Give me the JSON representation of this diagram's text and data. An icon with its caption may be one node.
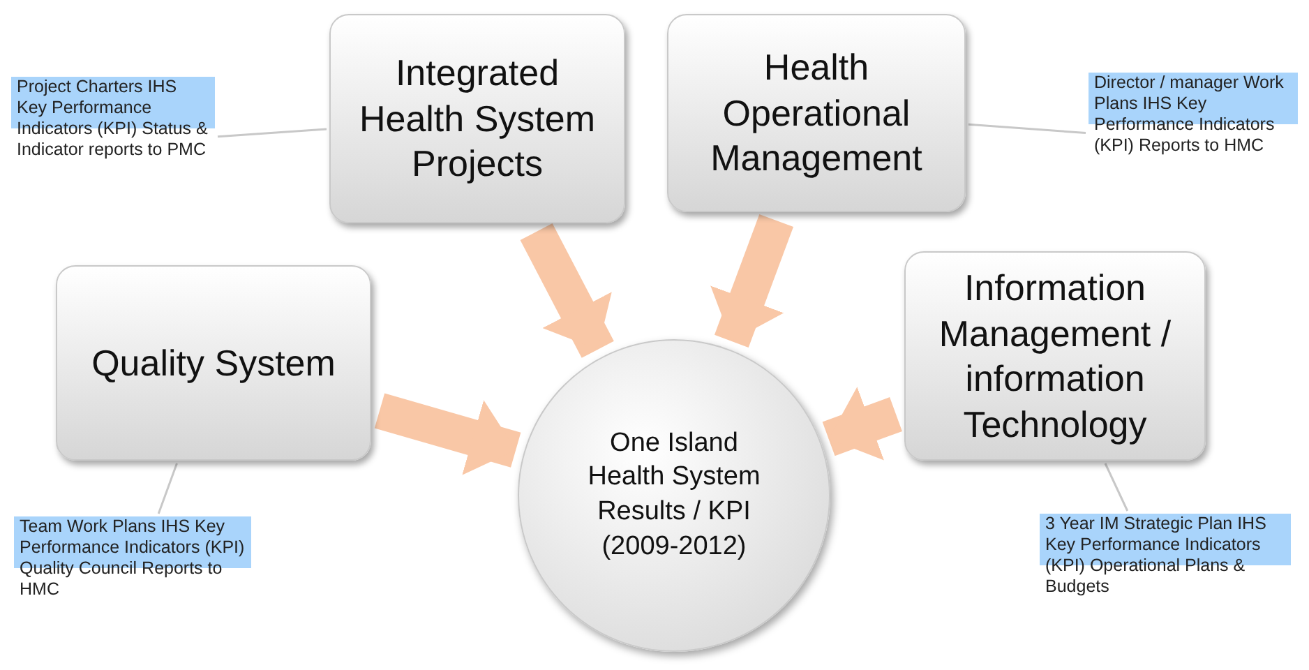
{
  "diagram": {
    "nodes": [
      {
        "text": [
          "Integrated Health System Projects"
        ]
      },
      {
        "text": [
          "Health Operational Management"
        ]
      },
      {
        "text": [
          "Quality System"
        ]
      },
      {
        "text": [
          "Information Management / information Technology"
        ]
      },
      {
        "text": [
          "One Island Health System Results / KPI (2009-2012)"
        ]
      },
      {
        "text": [
          "Project Charters IHS Key Performance Indicators (KPI) Status & Indicator reports to PMC"
        ]
      },
      {
        "text": [
          "Director / manager Work Plans IHS Key Performance Indicators (KPI) Reports to HMC"
        ]
      },
      {
        "text": [
          "Team Work Plans IHS Key Performance Indicators (KPI) Quality Council Reports to HMC"
        ]
      },
      {
        "text": [
          "3 Year IM Strategic Plan IHS Key Performance Indicators (KPI) Operational Plans & Budgets"
        ]
      }
    ],
    "edges": [
      {
        "from": 0,
        "to": 4,
        "arrow": "to",
        "style": "thick",
        "color": "#f9c7a6"
      },
      {
        "from": 1,
        "to": 4,
        "arrow": "to",
        "style": "thick",
        "color": "#f9c7a6"
      },
      {
        "from": 2,
        "to": 4,
        "arrow": "to",
        "style": "thick",
        "color": "#f9c7a6"
      },
      {
        "from": 3,
        "to": 4,
        "arrow": "to",
        "style": "thick",
        "color": "#f9c7a6"
      },
      {
        "from": 5,
        "to": 0,
        "arrow": "none"
      },
      {
        "from": 6,
        "to": 1,
        "arrow": "none"
      },
      {
        "from": 7,
        "to": 2,
        "arrow": "none"
      },
      {
        "from": 8,
        "to": 3,
        "arrow": "none"
      }
    ]
  }
}
